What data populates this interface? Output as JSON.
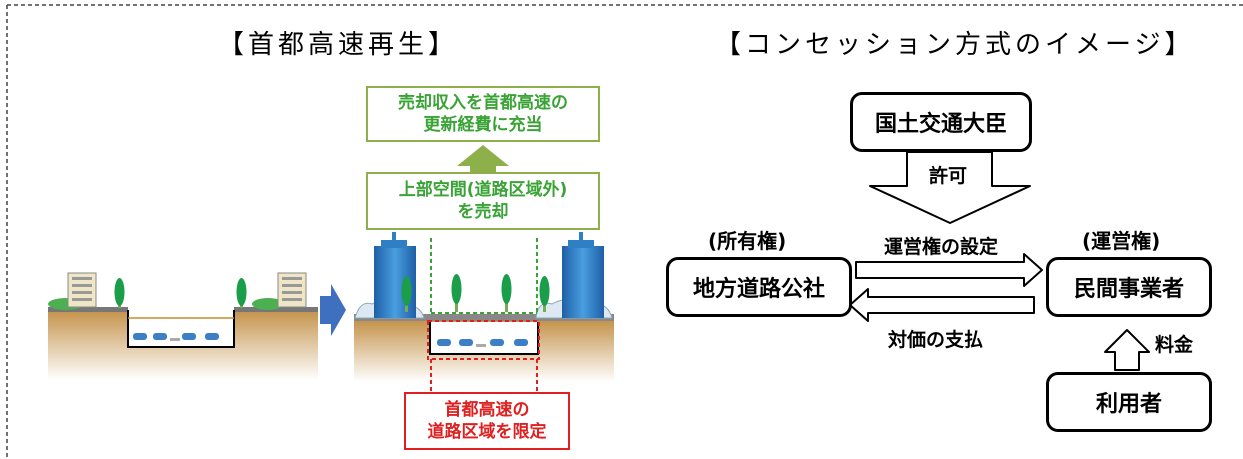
{
  "left_title": "【首都高速再生】",
  "right_title": "【コンセッション方式のイメージ】",
  "left": {
    "sale_income_line1": "売却収入を首都高速の",
    "sale_income_line2": "更新経費に充当",
    "upper_space_line1": "上部空間(道路区域外)",
    "upper_space_line2": "を売却",
    "limit_line1": "首都高速の",
    "limit_line2": "道路区域を限定"
  },
  "right": {
    "minister": "国土交通大臣",
    "permission": "許可",
    "ownership": "(所有権)",
    "operating_right": "(運営権)",
    "road_corp": "地方道路公社",
    "private_operator": "民間事業者",
    "setting_label": "運営権の設定",
    "payment_label": "対価の支払",
    "fee_label": "料金",
    "users": "利用者"
  },
  "colors": {
    "green_text": "#3aa335",
    "green_border": "#8db04a",
    "red": "#e02020",
    "building_blue": "#2f7fc4",
    "ground": "#c4924a",
    "arrow_blue": "#3f70c0"
  }
}
